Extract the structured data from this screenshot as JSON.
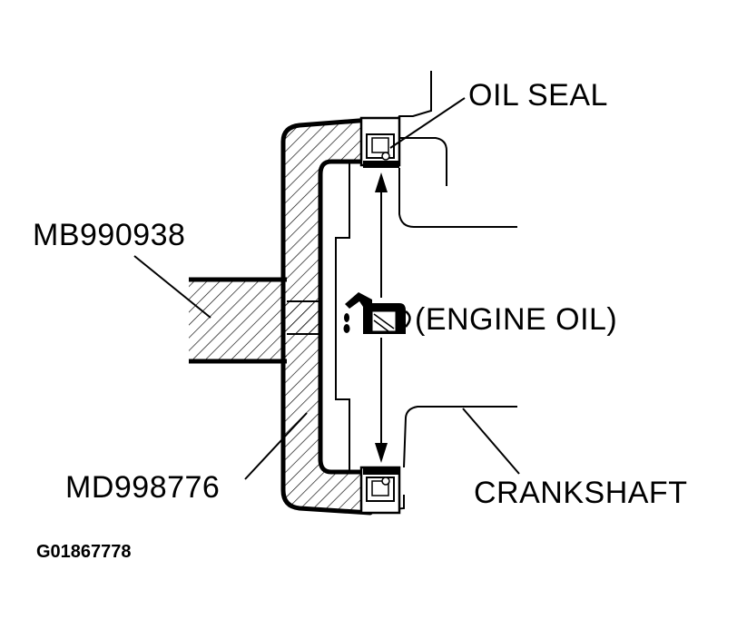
{
  "labels": {
    "oil_seal": "OIL SEAL",
    "tool_upper": "MB990938",
    "engine_oil": "(ENGINE OIL)",
    "tool_lower": "MD998776",
    "crankshaft": "CRANKSHAFT",
    "figure_code": "G01867778"
  },
  "icons": {
    "oil_can": "oil-can-icon",
    "arrow": "double-arrow-icon"
  },
  "colors": {
    "line": "#000000",
    "background": "#ffffff"
  }
}
